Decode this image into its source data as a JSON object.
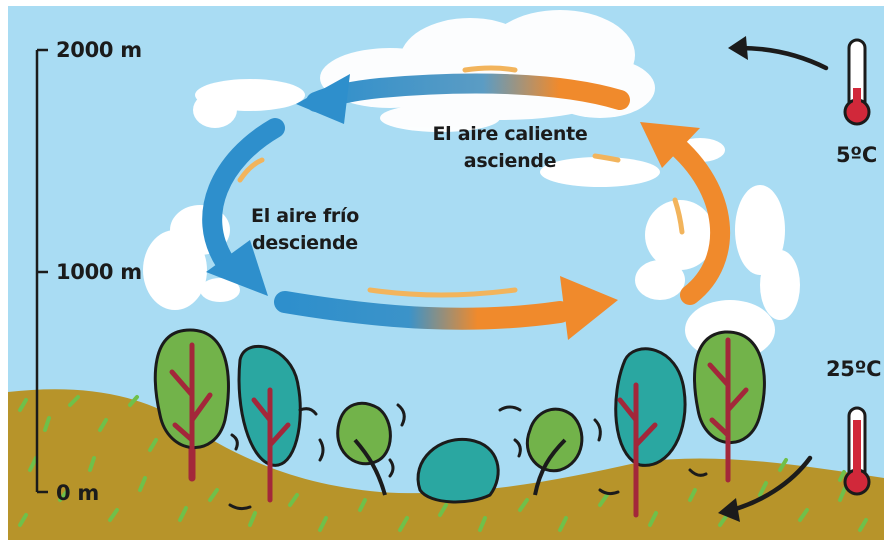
{
  "altitude_scale": {
    "top": "2000 m",
    "middle": "1000 m",
    "bottom": "0 m"
  },
  "temperatures": {
    "high_altitude": "5ºC",
    "ground_level": "25ºC"
  },
  "annotations": {
    "warm_air": [
      "El aire caliente",
      "asciende"
    ],
    "cold_air": [
      "El aire frío",
      "desciende"
    ]
  },
  "colors": {
    "sky": "#a9dcf3",
    "cloud": "#ffffff",
    "ground": "#b7942a",
    "cold_air": "#2e8fcc",
    "warm_air": "#f08a2c",
    "tree_green": "#72b34a",
    "tree_teal": "#2aa7a1",
    "trunk": "#a3273a",
    "thermometer_red": "#d1283a"
  },
  "icons": [
    "thermometer-icon",
    "wind-arrow-icon",
    "tree-icon",
    "cloud-icon"
  ]
}
